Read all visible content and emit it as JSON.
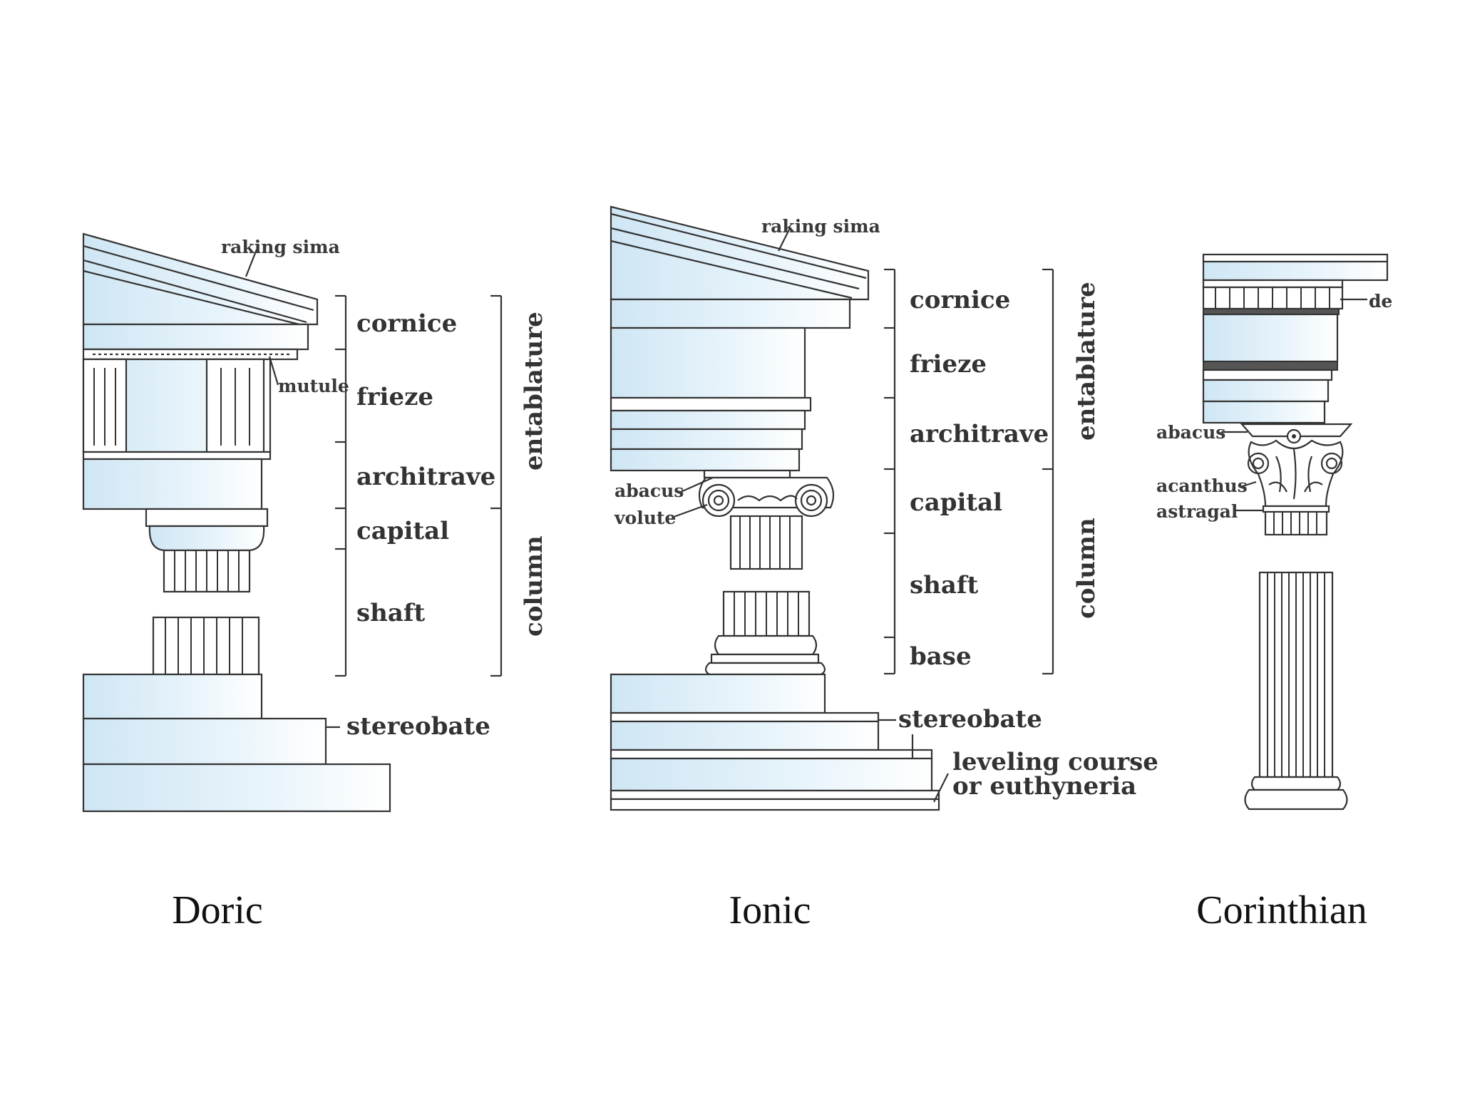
{
  "orders": [
    {
      "caption": "Doric",
      "labels": {
        "raking_sima": "raking sima",
        "mutule": "mutule",
        "cornice": "cornice",
        "frieze": "frieze",
        "architrave": "architrave",
        "capital": "capital",
        "shaft": "shaft",
        "entablature": "entablature",
        "column": "column",
        "stereobate": "stereobate"
      }
    },
    {
      "caption": "Ionic",
      "labels": {
        "raking_sima": "raking sima",
        "cornice": "cornice",
        "frieze": "frieze",
        "architrave": "architrave",
        "capital": "capital",
        "shaft": "shaft",
        "base": "base",
        "entablature": "entablature",
        "column": "column",
        "abacus": "abacus",
        "volute": "volute",
        "stereobate": "stereobate",
        "leveling_1": "leveling course",
        "leveling_2": "or euthyneria"
      }
    },
    {
      "caption": "Corinthian",
      "labels": {
        "dentils_cut": "de",
        "abacus": "abacus",
        "acanthus": "acanthus",
        "astragal": "astragal"
      }
    }
  ],
  "colors": {
    "shade": "#d7ecf7",
    "ink": "#333333"
  }
}
